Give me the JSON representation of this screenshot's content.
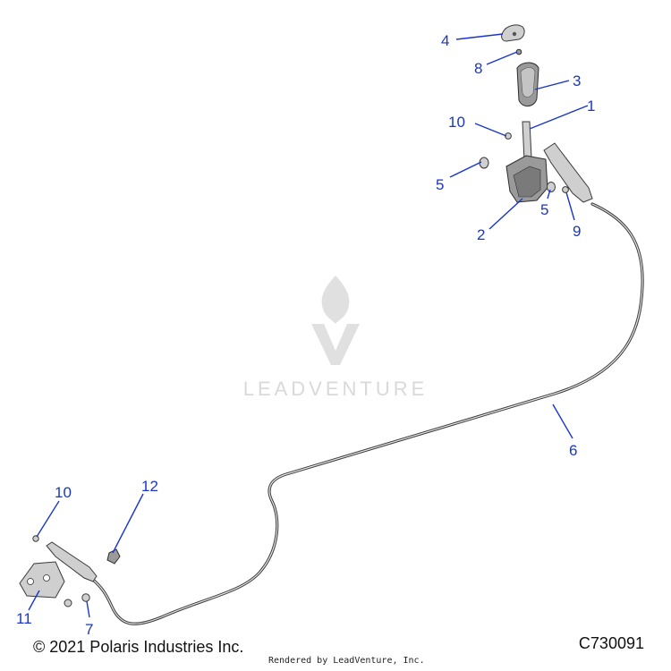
{
  "watermark": {
    "text": "LEADVENTURE"
  },
  "callouts": {
    "c1": "1",
    "c2": "2",
    "c3": "3",
    "c4": "4",
    "c5a": "5",
    "c5b": "5",
    "c6": "6",
    "c7": "7",
    "c8": "8",
    "c9": "9",
    "c10a": "10",
    "c10b": "10",
    "c11": "11",
    "c12": "12"
  },
  "footer": {
    "copyright": "© 2021 Polaris Industries Inc.",
    "diagram_code": "C730091",
    "rendered_by": "Rendered by LeadVenture, Inc."
  },
  "colors": {
    "callout": "#1a36c8",
    "watermark": "#d9d9d9",
    "line_art": "#3a3a3a"
  }
}
